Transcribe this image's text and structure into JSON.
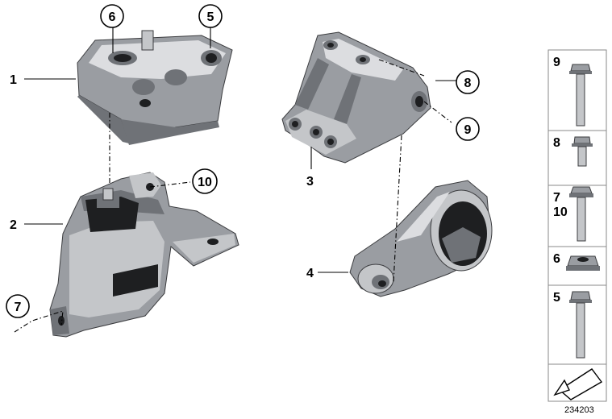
{
  "callouts": {
    "c1": "1",
    "c2": "2",
    "c3": "3",
    "c4": "4",
    "c5": "5",
    "c6": "6",
    "c7": "7",
    "c8": "8",
    "c9": "9",
    "c10": "10"
  },
  "legend": {
    "items": [
      {
        "labels": [
          "9"
        ],
        "icon": "long-flange-bolt-icon"
      },
      {
        "labels": [
          "8"
        ],
        "icon": "short-flange-bolt-icon"
      },
      {
        "labels": [
          "7",
          "10"
        ],
        "icon": "hex-flange-bolt-icon"
      },
      {
        "labels": [
          "6"
        ],
        "icon": "flange-nut-icon"
      },
      {
        "labels": [
          "5"
        ],
        "icon": "torx-bolt-icon"
      }
    ],
    "footer_icon": "arrow-down-left-icon"
  },
  "diagram_code": "234203"
}
